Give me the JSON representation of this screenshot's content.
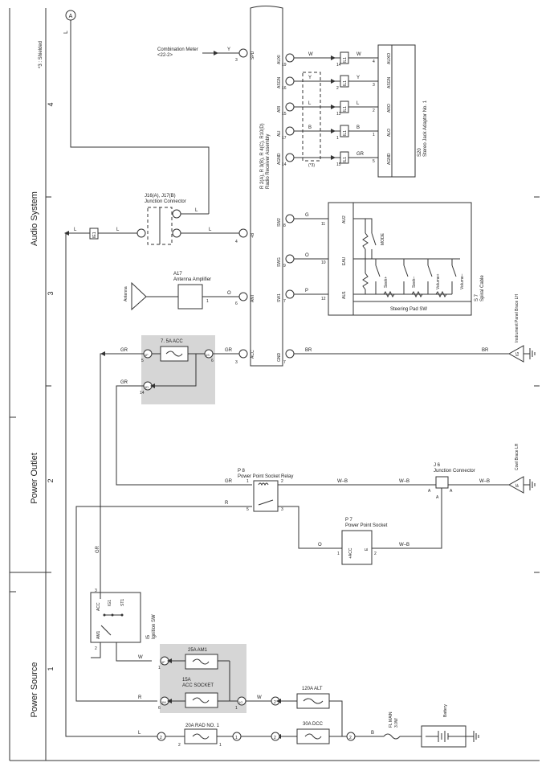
{
  "sections": {
    "audio_system": "Audio System",
    "power_outlet": "Power Outlet",
    "power_source": "Power Source",
    "shielded_note": "*3 : Shielded"
  },
  "grid_numbers": [
    "4",
    "3",
    "2",
    "1"
  ],
  "connector_A_label": "A",
  "wire_colors": {
    "L": "L",
    "Y": "Y",
    "W": "W",
    "B": "B",
    "GR": "GR",
    "BR": "BR",
    "G": "G",
    "O": "O",
    "P": "P",
    "R": "R",
    "WB": "W–B"
  },
  "combination_meter": {
    "label": "Combination Meter",
    "ref": "<22-2>"
  },
  "radio": {
    "title": "R 2(A), R 3(B), R 4(C), R10(D)",
    "subtitle": "Radio Receiver Assembly",
    "pins": [
      "SPD",
      "AUXI",
      "ASGN",
      "ARI",
      "ALI",
      "AGND",
      "SW2",
      "SWG",
      "SW1",
      "ANT",
      "ACC",
      "GND",
      "+B"
    ],
    "pin_numbers": [
      "3",
      "19",
      "16",
      "15",
      "17",
      "14",
      "8",
      "9",
      "7",
      "6",
      "3",
      "7",
      "4"
    ]
  },
  "stereo_jack": {
    "ref": "S20",
    "label": "Stereo Jack Adaptor No. 1",
    "pins": [
      "AUXO",
      "ASGN",
      "ARO",
      "ALO",
      "AGND"
    ],
    "pin_numbers": [
      "4",
      "3",
      "2",
      "1",
      "5"
    ],
    "ic_label": "IL1",
    "ic_pins": [
      "14",
      "2",
      "13",
      "1",
      "15"
    ],
    "shield_note": "(*3)"
  },
  "junction_j16": {
    "ref": "J16(A), J17(B)",
    "label": "Junction Connector"
  },
  "ie1": "IE1",
  "antenna": {
    "ref": "A17",
    "label": "Antenna Amplifier",
    "antenna_text": "Antenna"
  },
  "spiral": {
    "ref": "S 7",
    "label": "Spiral Cable",
    "pins": [
      "AU2",
      "EAU",
      "AU1"
    ],
    "pin_numbers": [
      "11",
      "10",
      "12"
    ]
  },
  "steering_sw": {
    "label": "Steering Pad SW",
    "switches": [
      "MODE",
      "Seek+",
      "Seek–",
      "Volume+",
      "Volume–"
    ]
  },
  "ground_ig": {
    "ref": "IG",
    "label": "Instrument Panel Brace LH"
  },
  "ground_if": {
    "ref": "IF",
    "label": "Cowl Brace LH"
  },
  "fuse_acc": {
    "label": "7. 5A ACC",
    "in_pin": "5",
    "in_conn": "1F",
    "out_pin": "6",
    "out_conn": "1S",
    "pin14": "14",
    "conn14": "1D"
  },
  "relay_p8": {
    "ref": "P 8",
    "label": "Power Point Socket Relay",
    "pins": [
      "1",
      "2",
      "5",
      "3"
    ]
  },
  "junction_j6": {
    "ref": "J 6",
    "label": "Junction Connector",
    "pin": "A"
  },
  "socket_p7": {
    "ref": "P 7",
    "label": "Power Point Socket",
    "pins": [
      "+ACC",
      "E"
    ],
    "pin_numbers": [
      "1",
      "2"
    ]
  },
  "ignition": {
    "ref": "I5",
    "label": "Ignition SW",
    "terms": [
      "ACC",
      "IG1",
      "ST1",
      "AM1"
    ],
    "pin_numbers": [
      "3",
      "2"
    ]
  },
  "fuses_bottom": {
    "am1": "25A AM1",
    "socket": "15A\nACC SOCKET",
    "am1_pin": "1",
    "am1_conn": "1F",
    "socket_pin": "6",
    "socket_conn": "1M",
    "out_pin": "1",
    "out_conn": "1G"
  },
  "alt": {
    "label": "120A ALT",
    "pin": "2"
  },
  "dcc": {
    "label": "30A DCC",
    "pin": "2"
  },
  "rad": {
    "label": "20A RAD NO. 1",
    "pins": [
      "2",
      "1"
    ]
  },
  "fl_main": {
    "label": "FL MAIN",
    "value": "3.0W"
  },
  "battery": {
    "label": "Battery"
  },
  "misc_nums": {
    "one": "1",
    "two": "2"
  }
}
